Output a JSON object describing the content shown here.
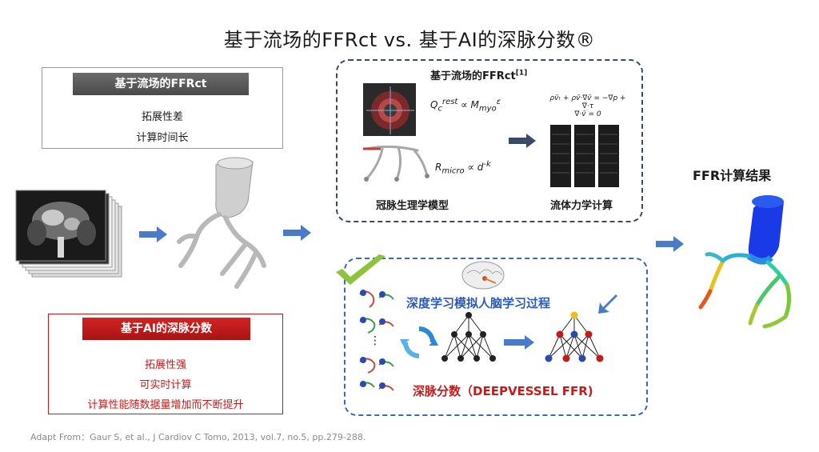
{
  "title": "基于流场的FFRct vs. 基于AI的深脉分数®",
  "left_top_box": {
    "header": "基于流场的FFRct",
    "items": [
      "拓展性差",
      "计算时间长"
    ]
  },
  "left_bottom_box": {
    "header": "基于AI的深脉分数",
    "items": [
      "拓展性强",
      "可实时计算",
      "计算性能随数据量增加而不断提升"
    ]
  },
  "cfd_panel": {
    "title": "基于流场的FFRct",
    "ref": "[1]",
    "model_label": "冠脉生理学模型",
    "compute_label": "流体力学计算",
    "eq1_main": "Q",
    "eq1_sub": "c",
    "eq1_sup": "rest",
    "eq1_rest": " ∝ M",
    "eq1_sub2": "myo",
    "eq1_sup2": "ε",
    "eq2_main": "R",
    "eq2_sub": "micro",
    "eq2_rest": " ∝ d",
    "eq2_sup": "-k",
    "ns_eq_1": "ρv̄ₜ + ρv̄·∇v̄ = −∇p + ∇·τ",
    "ns_eq_2": "∇·v̄ = 0"
  },
  "ai_panel": {
    "title": "深度学习模拟人脑学习过程",
    "result": "深脉分数（DEEPVESSEL FFR)",
    "dots": "⋮"
  },
  "result_label": "FFR计算结果",
  "footer": "Adapt From：Gaur S, et al., J Cardiov C Tomo, 2013, vol.7, no.5, pp.279-288.",
  "colors": {
    "arrow": "#4a7bc8",
    "red": "#c41a1a",
    "gray_ribbon": "#555555",
    "blue_title": "#2a5bb8",
    "check": "#8dc43c"
  }
}
